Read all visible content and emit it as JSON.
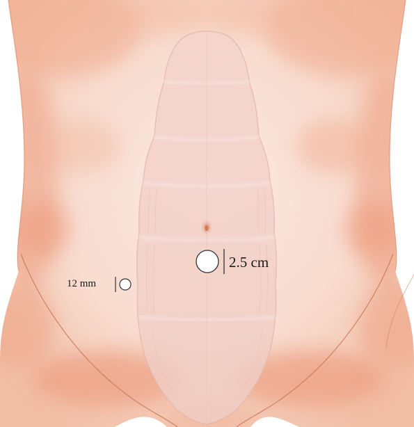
{
  "figure": {
    "ports": [
      {
        "id": "umbilical",
        "label": "2.5 cm"
      },
      {
        "id": "right-lower",
        "label": "12 mm"
      }
    ]
  }
}
